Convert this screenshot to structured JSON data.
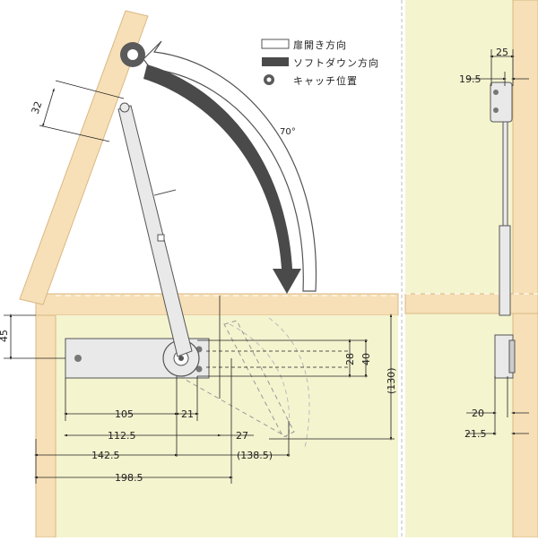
{
  "legend": {
    "open_direction": "扉開き方向",
    "soft_down_direction": "ソフトダウン方向",
    "catch_position": "キャッチ位置"
  },
  "angle": "70°",
  "dimensions_left": {
    "d45": "45",
    "d32": "32",
    "d105": "105",
    "d21": "21",
    "d112_5": "112.5",
    "d27": "27",
    "d142_5": "142.5",
    "d138_5": "(138.5)",
    "d198_5": "198.5",
    "d28": "28",
    "d40": "40",
    "d130": "(130)"
  },
  "dimensions_right": {
    "d25": "25",
    "d19_5": "19.5",
    "d20": "20",
    "d21_5": "21.5"
  },
  "colors": {
    "wood": "#f7e0b7",
    "wood_edge": "#d9b883",
    "cabinet_bg": "#f4f4cf",
    "metal": "#e9e9e9",
    "arrow_dark": "#4a4a4a"
  }
}
